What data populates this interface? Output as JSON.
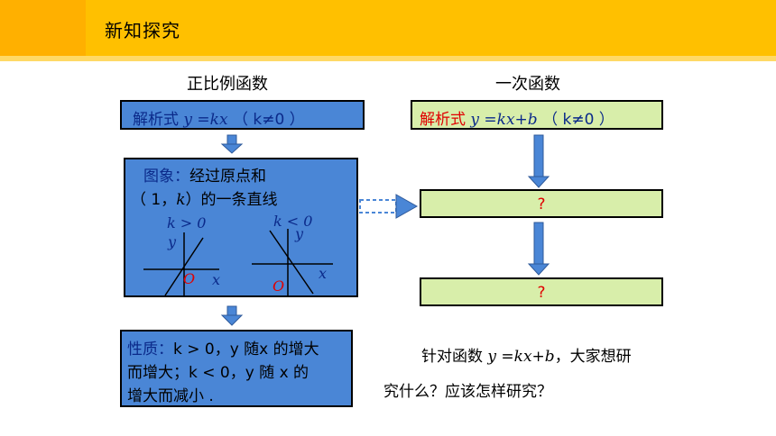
{
  "header": {
    "title": "新知探究"
  },
  "left": {
    "heading": "正比例函数",
    "formula_label": "解析式",
    "formula_expr": "y =kx",
    "formula_cond": "（ k≠0 ）",
    "graph_box": {
      "line1_label": "图象：",
      "line1_text": "经过原点和",
      "line2_text_a": "（ 1，",
      "line2_k": "k",
      "line2_text_b": "）的一条直线",
      "case_pos": "k > 0",
      "case_neg": "k < 0",
      "axis_x": "x",
      "axis_y": "y",
      "origin": "O"
    },
    "property": {
      "label": "性质：",
      "line1": "k > 0，y 随x 的增大",
      "line2": "而增大；k < 0，y 随 x 的",
      "line3": "增大而减小 ."
    }
  },
  "right": {
    "heading": "一次函数",
    "formula_label": "解析式",
    "formula_expr": "y =kx+b",
    "formula_cond": "（ k≠0 ）",
    "box2": "?",
    "box3": "?"
  },
  "question": {
    "line1_a": "针对函数 ",
    "line1_expr": "y =kx+b",
    "line1_b": "，大家想研",
    "line2": "究什么？应该怎样研究？"
  },
  "colors": {
    "header": "#ffc000",
    "blue_box": "#4a86d6",
    "green_box": "#d8eeaa",
    "arrow": "#4a86d6"
  }
}
